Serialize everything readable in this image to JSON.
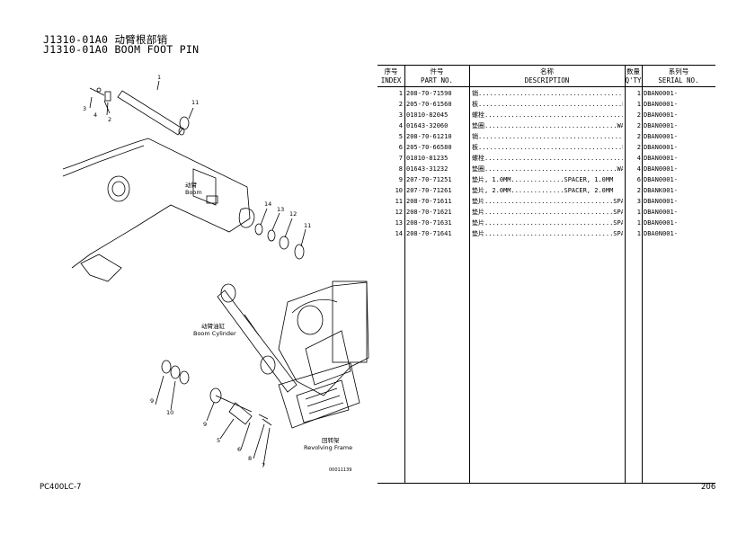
{
  "header": {
    "title_cn": "J1310-01A0 动臂根部销",
    "title_en": "J1310-01A0 BOOM FOOT PIN"
  },
  "table_header": {
    "index_cn": "序号",
    "index_en": "INDEX",
    "part_cn": "件号",
    "part_en": "PART NO.",
    "desc_cn": "名称",
    "desc_en": "DESCRIPTION",
    "qty_cn": "数量",
    "qty_en": "Q'TY",
    "serial_cn": "系列号",
    "serial_en": "SERIAL NO."
  },
  "parts": [
    {
      "index": "1",
      "part_no": "208-70-71590",
      "desc": "销........................................PIN",
      "qty": "1",
      "serial": "DBAN0001-"
    },
    {
      "index": "2",
      "part_no": "205-70-61560",
      "desc": "板......................................PLATE",
      "qty": "1",
      "serial": "DBAN0001-"
    },
    {
      "index": "3",
      "part_no": "01010-82045",
      "desc": "螺栓.....................................BOLT",
      "qty": "2",
      "serial": "DBAN0001-"
    },
    {
      "index": "4",
      "part_no": "01643-32060",
      "desc": "垫圈...................................WASHER",
      "qty": "2",
      "serial": "DBAN0001-"
    },
    {
      "index": "5",
      "part_no": "208-70-61210",
      "desc": "销........................................PIN",
      "qty": "2",
      "serial": "DBAN0001-"
    },
    {
      "index": "6",
      "part_no": "205-70-66580",
      "desc": "板......................................PLATE",
      "qty": "2",
      "serial": "DBAN0001-"
    },
    {
      "index": "7",
      "part_no": "01010-81235",
      "desc": "螺栓.....................................BOLT",
      "qty": "4",
      "serial": "DBAN0001-"
    },
    {
      "index": "8",
      "part_no": "01643-31232",
      "desc": "垫圈...................................WASHER",
      "qty": "4",
      "serial": "DBAN0001-"
    },
    {
      "index": "9",
      "part_no": "207-70-71251",
      "desc": "垫片, 1.0MM..............SPACER, 1.0MM",
      "qty": "6",
      "serial": "DBAN0001-"
    },
    {
      "index": "10",
      "part_no": "207-70-71261",
      "desc": "垫片, 2.0MM..............SPACER, 2.0MM",
      "qty": "2",
      "serial": "DBANK001-"
    },
    {
      "index": "11",
      "part_no": "208-70-71611",
      "desc": "垫片..................................SPACER",
      "qty": "3",
      "serial": "DBAN0001-"
    },
    {
      "index": "12",
      "part_no": "208-70-71621",
      "desc": "垫片..................................SPACER",
      "qty": "1",
      "serial": "DBAN0001-"
    },
    {
      "index": "13",
      "part_no": "208-70-71631",
      "desc": "垫片..................................SPACER",
      "qty": "1",
      "serial": "DBAN0001-"
    },
    {
      "index": "14",
      "part_no": "208-70-71641",
      "desc": "垫片..................................SPACER",
      "qty": "1",
      "serial": "DBA0N001-"
    }
  ],
  "diagram": {
    "boom_cn": "动臂",
    "boom_en": "Boom",
    "cylinder_cn": "动臂油缸",
    "cylinder_en": "Boom Cylinder",
    "frame_cn": "回转架",
    "frame_en": "Revolving Frame",
    "drawing_no": "00011139",
    "callouts": [
      "1",
      "2",
      "3",
      "4",
      "11",
      "14",
      "13",
      "12",
      "11",
      "9",
      "10",
      "9",
      "5",
      "6",
      "8",
      "7"
    ]
  },
  "footer": {
    "model": "PC400LC-7",
    "page": "206"
  }
}
